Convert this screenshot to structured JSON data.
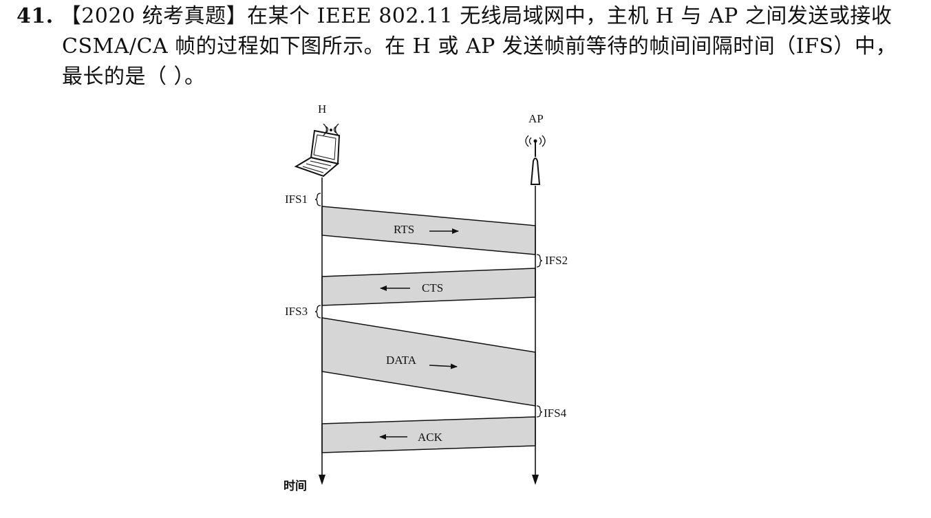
{
  "question": {
    "number": "41.",
    "line1": "【2020 统考真题】在某个 IEEE 802.11 无线局域网中，主机 H 与 AP 之间发送或接收",
    "line2": "CSMA/CA 帧的过程如下图所示。在 H 或 AP 发送帧前等待的帧间间隔时间（IFS）中，",
    "line3": "最长的是（ ）。"
  },
  "diagram": {
    "host_label": "H",
    "ap_label": "AP",
    "time_label": "时间",
    "ifs": [
      "IFS1",
      "IFS2",
      "IFS3",
      "IFS4"
    ],
    "frames": [
      {
        "label": "RTS",
        "direction": "H→AP"
      },
      {
        "label": "CTS",
        "direction": "AP→H"
      },
      {
        "label": "DATA",
        "direction": "H→AP"
      },
      {
        "label": "ACK",
        "direction": "AP→H"
      }
    ],
    "colors": {
      "frame_fill": "#d6d6d6",
      "line": "#111111"
    }
  }
}
